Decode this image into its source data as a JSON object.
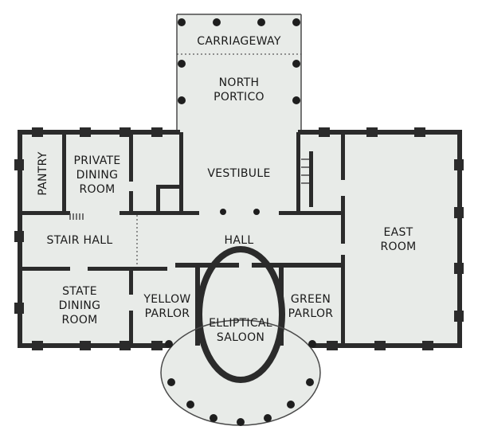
{
  "rooms": {
    "carriageway": "CARRIAGEWAY",
    "north_portico": [
      "NORTH",
      "PORTICO"
    ],
    "pantry": "PANTRY",
    "private_dining_room": [
      "PRIVATE",
      "DINING",
      "ROOM"
    ],
    "vestibule": "VESTIBULE",
    "east_room": [
      "EAST",
      "ROOM"
    ],
    "stair_hall": "STAIR HALL",
    "hall": "HALL",
    "state_dining_room": [
      "STATE",
      "DINING",
      "ROOM"
    ],
    "yellow_parlor": [
      "YELLOW",
      "PARLOR"
    ],
    "elliptical_saloon": [
      "ELLIPTICAL",
      "SALOON"
    ],
    "green_parlor": [
      "GREEN",
      "PARLOR"
    ]
  },
  "colors": {
    "floor": "#e8ebe8",
    "wall": "#2b2b2b",
    "text": "#1a1a1a"
  }
}
